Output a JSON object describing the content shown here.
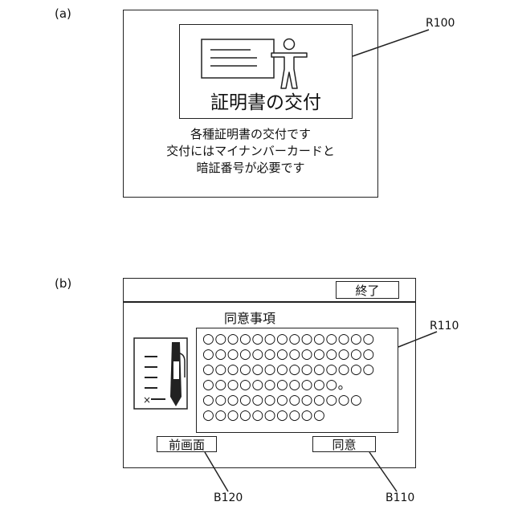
{
  "panel_a": {
    "label": "(a)",
    "ref": "R100",
    "banner_title": "証明書の交付",
    "lines": [
      "各種証明書の交付です",
      "交付にはマイナンバーカードと",
      "暗証番号が必要です"
    ]
  },
  "panel_b": {
    "label": "(b)",
    "end_button": "終了",
    "heading": "同意事項",
    "ref_text": "R110",
    "text_rows": [
      "○○○○○○○○○○○○○○",
      "○○○○○○○○○○○○○○",
      "○○○○○○○○○○○○○○",
      "○○○○○○○○○○○。",
      "○○○○○○○○○○○○○",
      "○○○○○○○○○○"
    ],
    "back_button": "前画面",
    "agree_button": "同意",
    "ref_back": "B120",
    "ref_agree": "B110"
  }
}
